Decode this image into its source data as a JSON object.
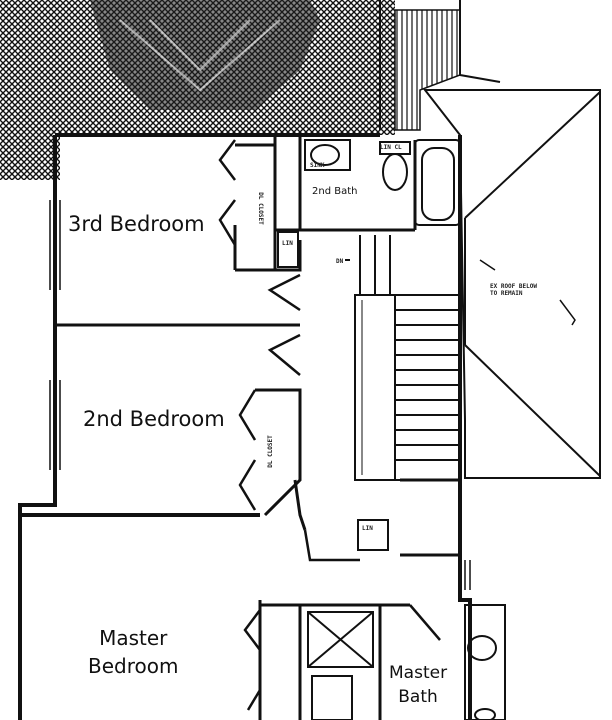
{
  "rooms": {
    "third_bedroom": "3rd Bedroom",
    "second_bedroom": "2nd Bedroom",
    "master_bedroom": [
      "Master",
      "Bedroom"
    ],
    "second_bath": "2nd Bath",
    "master_bath": [
      "Master",
      "Bath"
    ]
  },
  "small_labels": {
    "closet_3rd": "DL CLOSET",
    "closet_2nd": "DL CLOSET",
    "linen_bath": "LIN CL",
    "linen_hall": "LIN",
    "stair_dn": "DN",
    "roof_note": [
      "EX ROOF BELOW",
      "TO REMAIN"
    ],
    "linen_lower": "LIN",
    "sink": "SINK"
  },
  "colors": {
    "line": "#1a1a1a",
    "background": "#ffffff"
  }
}
